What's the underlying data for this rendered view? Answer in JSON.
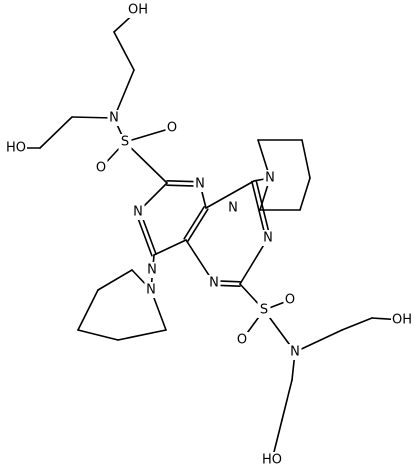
{
  "molecule": {
    "atoms": [
      {
        "id": "OH_a",
        "label": "OH"
      },
      {
        "id": "HO_b",
        "label": "HO"
      },
      {
        "id": "N_s1",
        "label": "N"
      },
      {
        "id": "S_1",
        "label": "S"
      },
      {
        "id": "O_1a",
        "label": "O"
      },
      {
        "id": "O_1b",
        "label": "O"
      },
      {
        "id": "N_r1",
        "label": "N"
      },
      {
        "id": "N_r3",
        "label": "N"
      },
      {
        "id": "N_r4",
        "label": "N"
      },
      {
        "id": "N_r5",
        "label": "N"
      },
      {
        "id": "N_r6",
        "label": "N"
      },
      {
        "id": "N_r7",
        "label": "N"
      },
      {
        "id": "N_pip1",
        "label": "N"
      },
      {
        "id": "N_pip2",
        "label": "N"
      },
      {
        "id": "S_2",
        "label": "S"
      },
      {
        "id": "O_2a",
        "label": "O"
      },
      {
        "id": "O_2b",
        "label": "O"
      },
      {
        "id": "N_s2",
        "label": "N"
      },
      {
        "id": "OH_c",
        "label": "OH"
      },
      {
        "id": "HO_d",
        "label": "HO"
      }
    ]
  }
}
